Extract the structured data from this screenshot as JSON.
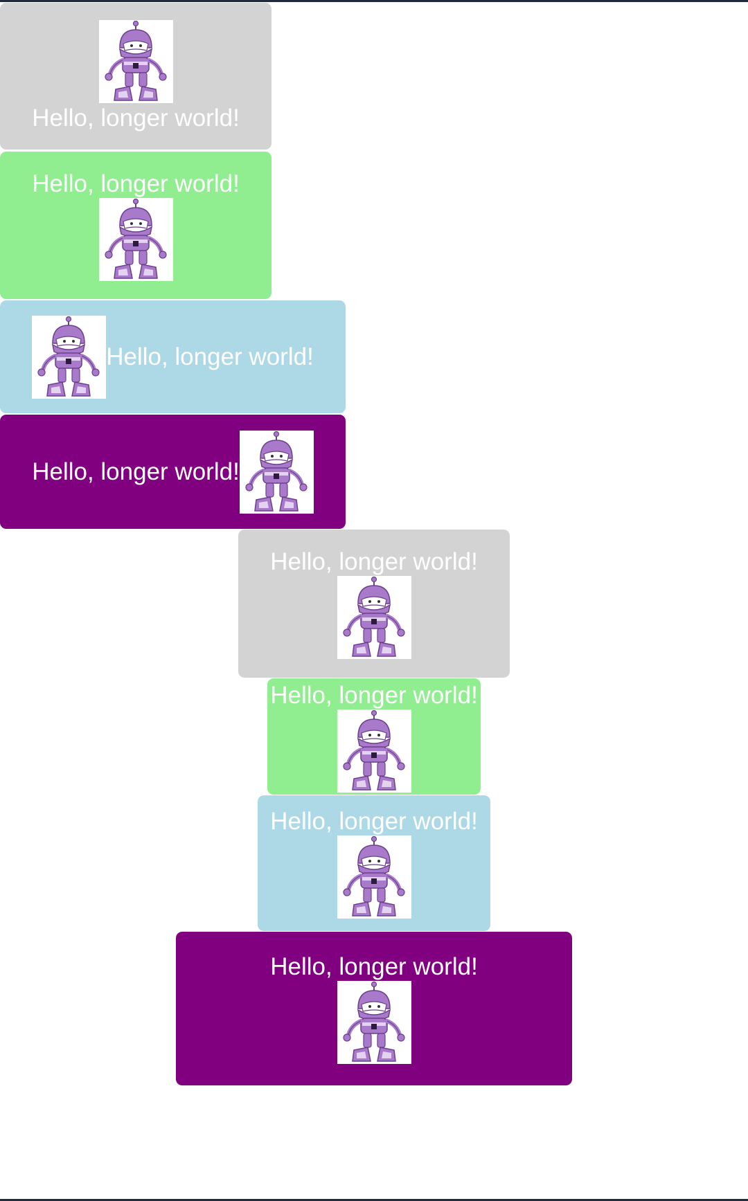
{
  "colors": {
    "gray": "#d3d3d3",
    "green": "#90ee90",
    "blue": "#add8e6",
    "purple": "#800080",
    "robot_body": "#a97ac9",
    "robot_dark": "#6b3f8f"
  },
  "icon": "robot-mascot-icon",
  "buttons": [
    {
      "text": "Hello, longer world!",
      "layout": "image-top",
      "color": "gray"
    },
    {
      "text": "Hello, longer world!",
      "layout": "image-bottom",
      "color": "green"
    },
    {
      "text": "Hello, longer world!",
      "layout": "image-left",
      "color": "blue"
    },
    {
      "text": "Hello, longer world!",
      "layout": "image-right",
      "color": "purple"
    },
    {
      "text": "Hello, longer world!",
      "layout": "image-bottom",
      "color": "gray"
    },
    {
      "text": "Hello, longer world!",
      "layout": "image-bottom",
      "color": "green"
    },
    {
      "text": "Hello, longer world!",
      "layout": "image-bottom",
      "color": "blue"
    },
    {
      "text": "Hello, longer world!",
      "layout": "image-bottom",
      "color": "purple"
    }
  ]
}
